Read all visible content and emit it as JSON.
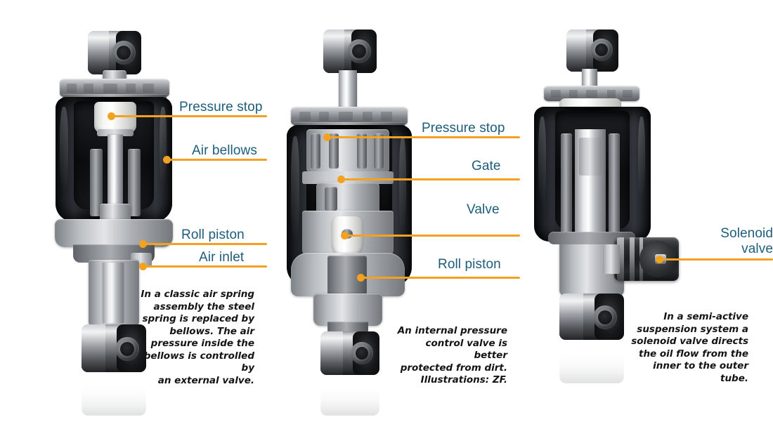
{
  "image": {
    "background_color": "#ffffff",
    "label_color": "#1d5d7a",
    "leader_color": "#f2a220",
    "caption_color": "#141414"
  },
  "panels": [
    {
      "id": "air-spring",
      "name": "classic-air-spring-assembly",
      "labels": [
        {
          "text": "Pressure stop",
          "name": "pressure-stop"
        },
        {
          "text": "Air bellows",
          "name": "air-bellows"
        },
        {
          "text": "Roll piston",
          "name": "roll-piston"
        },
        {
          "text": "Air inlet",
          "name": "air-inlet"
        }
      ],
      "caption": "In a classic air spring\nassembly the steel\nspring is replaced by\nbellows. The air\npressure inside the\nbellows is controlled by\nan external valve."
    },
    {
      "id": "internal-valve",
      "name": "internal-pressure-control-valve-assembly",
      "labels": [
        {
          "text": "Pressure stop",
          "name": "pressure-stop"
        },
        {
          "text": "Gate",
          "name": "gate"
        },
        {
          "text": "Valve",
          "name": "valve"
        },
        {
          "text": "Roll piston",
          "name": "roll-piston"
        }
      ],
      "caption": "An internal pressure\ncontrol valve is better\nprotected from dirt.\nIllustrations: ZF."
    },
    {
      "id": "semi-active",
      "name": "semi-active-suspension-assembly",
      "labels": [
        {
          "text": "Solenoid",
          "name": "solenoid-valve-line1"
        },
        {
          "text": "valve",
          "name": "solenoid-valve-line2"
        }
      ],
      "caption": "In a semi-active\nsuspension system a\nsolenoid valve directs\nthe oil flow from the\ninner to the outer tube."
    }
  ]
}
